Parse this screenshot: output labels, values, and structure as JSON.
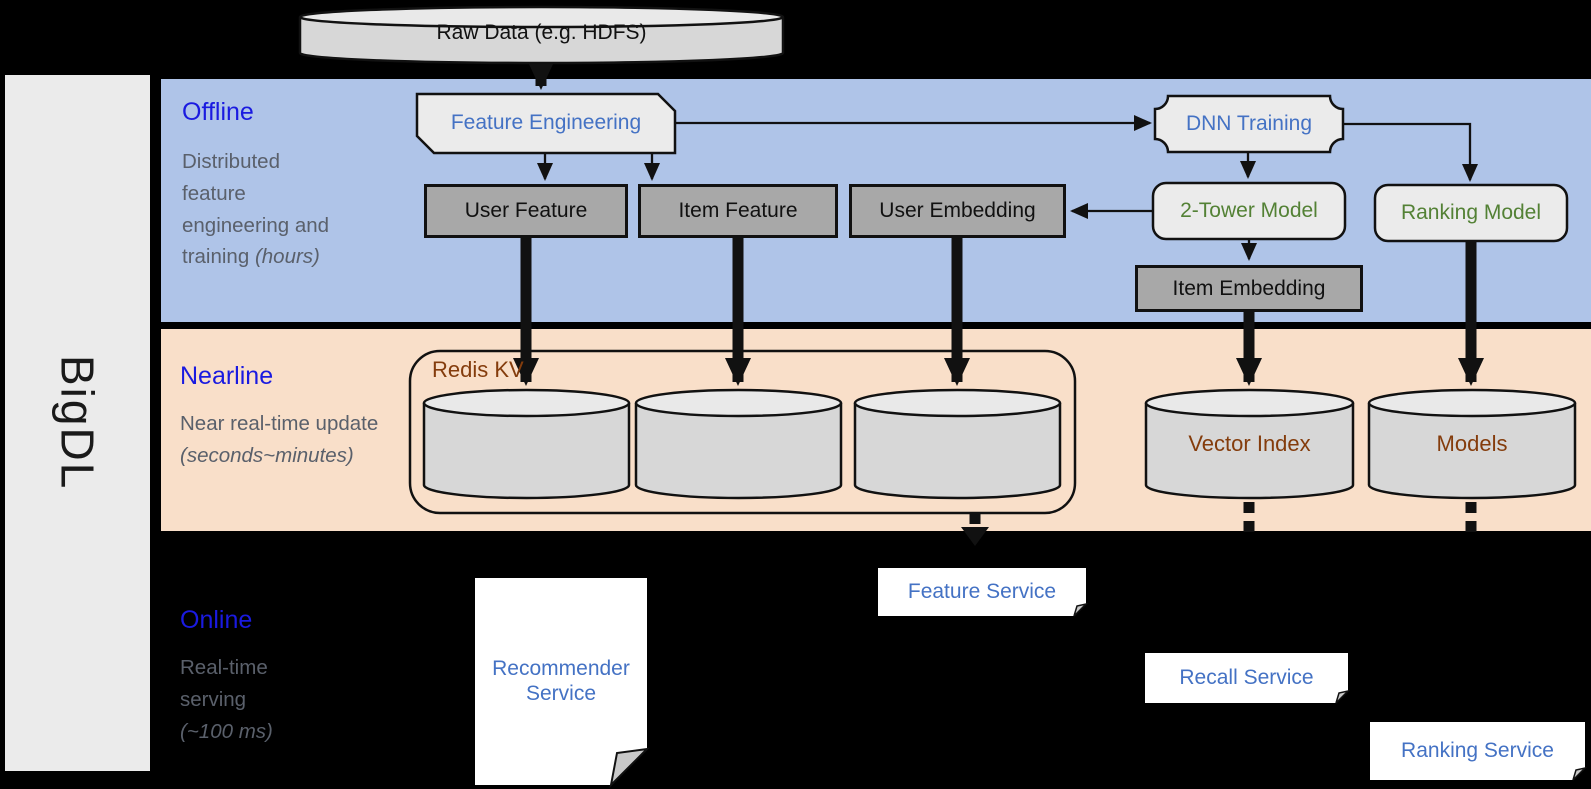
{
  "sidebar": {
    "label": "BigDL"
  },
  "raw_data": {
    "label": "Raw Data (e.g. HDFS)"
  },
  "sections": {
    "offline": {
      "title": "Offline",
      "desc": "Distributed feature engineering and training",
      "desc_italic": "(hours)"
    },
    "nearline": {
      "title": "Nearline",
      "desc": "Near real-time update",
      "desc_italic": "(seconds~minutes)"
    },
    "online": {
      "title": "Online",
      "desc": "Real-time serving",
      "desc_italic": "(~100 ms)"
    }
  },
  "nodes": {
    "feature_engineering": {
      "label": "Feature Engineering"
    },
    "dnn_training": {
      "label": "DNN Training"
    },
    "two_tower_model": {
      "label": "2-Tower Model"
    },
    "ranking_model": {
      "label": "Ranking Model"
    },
    "user_feature": {
      "label": "User Feature"
    },
    "item_feature": {
      "label": "Item Feature"
    },
    "user_embedding": {
      "label": "User Embedding"
    },
    "item_embedding": {
      "label": "Item Embedding"
    }
  },
  "stores": {
    "redis_kv": {
      "label": "Redis KV"
    },
    "vector_index": {
      "label": "Vector Index"
    },
    "models": {
      "label": "Models"
    }
  },
  "services": {
    "recommender": {
      "label": "Recommender Service"
    },
    "feature": {
      "label": "Feature Service"
    },
    "recall": {
      "label": "Recall Service"
    },
    "ranking": {
      "label": "Ranking Service"
    }
  },
  "colors": {
    "offline_band": "#afc4e8",
    "nearline_band": "#f9dfc9",
    "online_band": "#000000",
    "section_title_blue": "#1a1ae0",
    "node_label_blue": "#4472c4",
    "node_label_green": "#538135",
    "store_label_brown": "#843c0c",
    "description_gray": "#5a606b",
    "gray_box_fill": "#a8a8a8",
    "cylinder_fill": "#d7d7d7",
    "light_box_fill": "#ebebeb"
  }
}
